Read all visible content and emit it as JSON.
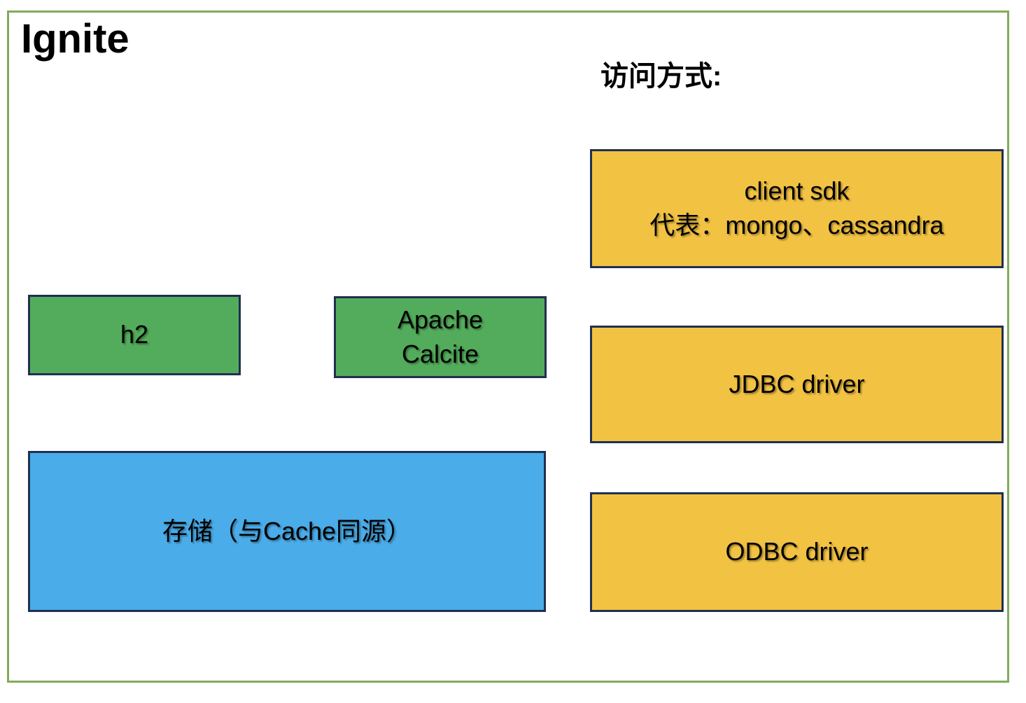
{
  "diagram": {
    "title": "Ignite",
    "access_methods_label": "访问方式:",
    "colors": {
      "outer_border": "#82AB5B",
      "box_border": "#1F3050",
      "green_fill": "#53AC5B",
      "yellow_fill": "#F2C243",
      "blue_fill": "#4AACE8",
      "text": "#000000"
    },
    "nodes": {
      "h2": {
        "label": "h2",
        "color": "#53AC5B"
      },
      "apache_calcite": {
        "label": "Apache\nCalcite",
        "color": "#53AC5B"
      },
      "storage": {
        "label": "存储（与Cache同源）",
        "color": "#4AACE8"
      },
      "client_sdk": {
        "label": "client sdk\n代表：mongo、cassandra",
        "color": "#F2C243"
      },
      "jdbc_driver": {
        "label": "JDBC driver",
        "color": "#F2C243"
      },
      "odbc_driver": {
        "label": "ODBC driver",
        "color": "#F2C243"
      }
    }
  }
}
